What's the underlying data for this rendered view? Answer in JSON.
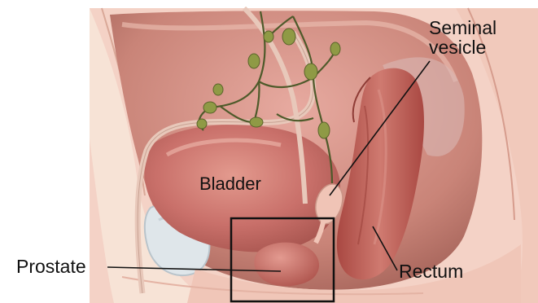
{
  "labels": {
    "seminal_line1": "Seminal",
    "seminal_line2": "vesicle",
    "bladder": "Bladder",
    "prostate": "Prostate",
    "rectum": "Rectum"
  },
  "colors": {
    "background": "#ffffff",
    "outer_tissue": "#f4d2c6",
    "fat": "#f7e3d6",
    "pelvic_cavity": "#c98478",
    "bladder": "#c9706a",
    "rectum": "#b8544c",
    "prostate": "#c66a64",
    "vessels": "#4e5a2a",
    "lymph_nodes": "#8f9a45",
    "nerve": "#e8c8ba",
    "pubic_bone": "#dfe6ea",
    "callout_box": "#111111"
  }
}
